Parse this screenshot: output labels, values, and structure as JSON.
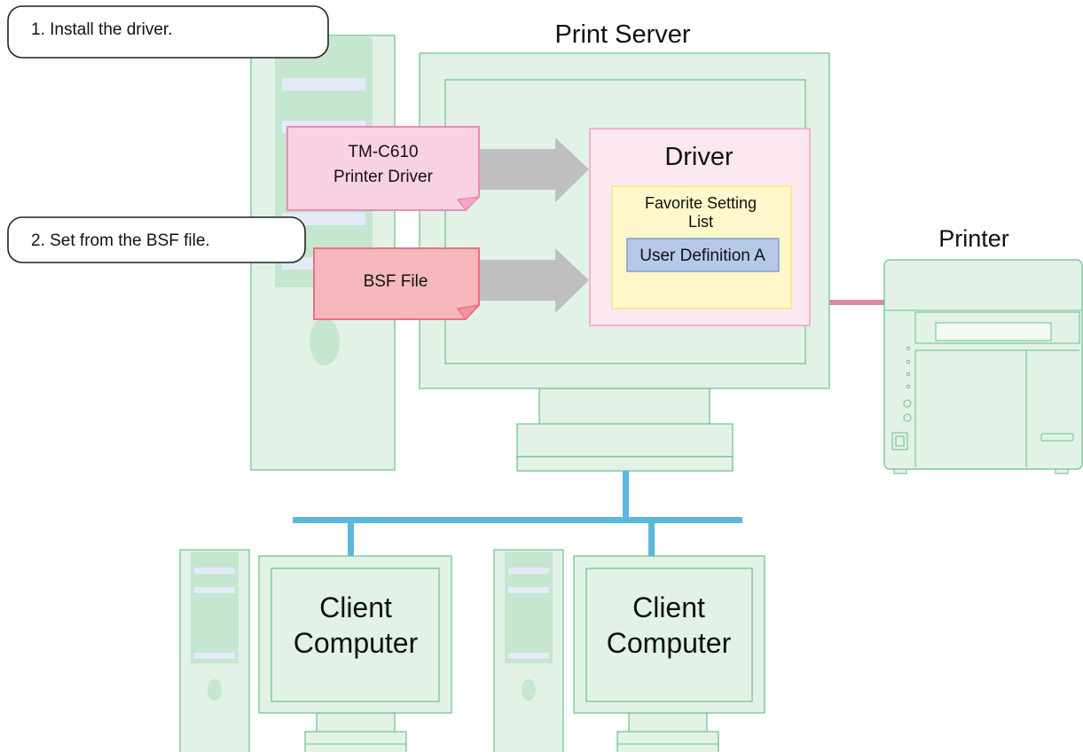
{
  "steps": {
    "step1": "1. Install the driver.",
    "step2": "2. Set from the BSF file."
  },
  "print_server": {
    "title": "Print Server",
    "driver_file_line1": "TM-C610",
    "driver_file_line2": "Printer Driver",
    "bsf_file": "BSF File",
    "driver_title": "Driver",
    "favorite_line1": "Favorite Setting",
    "favorite_line2": "List",
    "user_definition": "User Definition A"
  },
  "printer": {
    "title": "Printer"
  },
  "clients": [
    {
      "line1": "Client",
      "line2": "Computer"
    },
    {
      "line1": "Client",
      "line2": "Computer"
    }
  ],
  "colors": {
    "green_fill": "#e2f2e6",
    "green_stroke": "#6bc08a",
    "network_blue": "#5ab8dc",
    "printer_cable": "#d88aa8",
    "driver_file_pink": "#f8d2e3",
    "bsf_file_red": "#f6b8bc",
    "arrow_gray": "#bfbfbf",
    "favorite_yellow": "#fff8cc",
    "user_def_blue": "#b7c9e8"
  }
}
